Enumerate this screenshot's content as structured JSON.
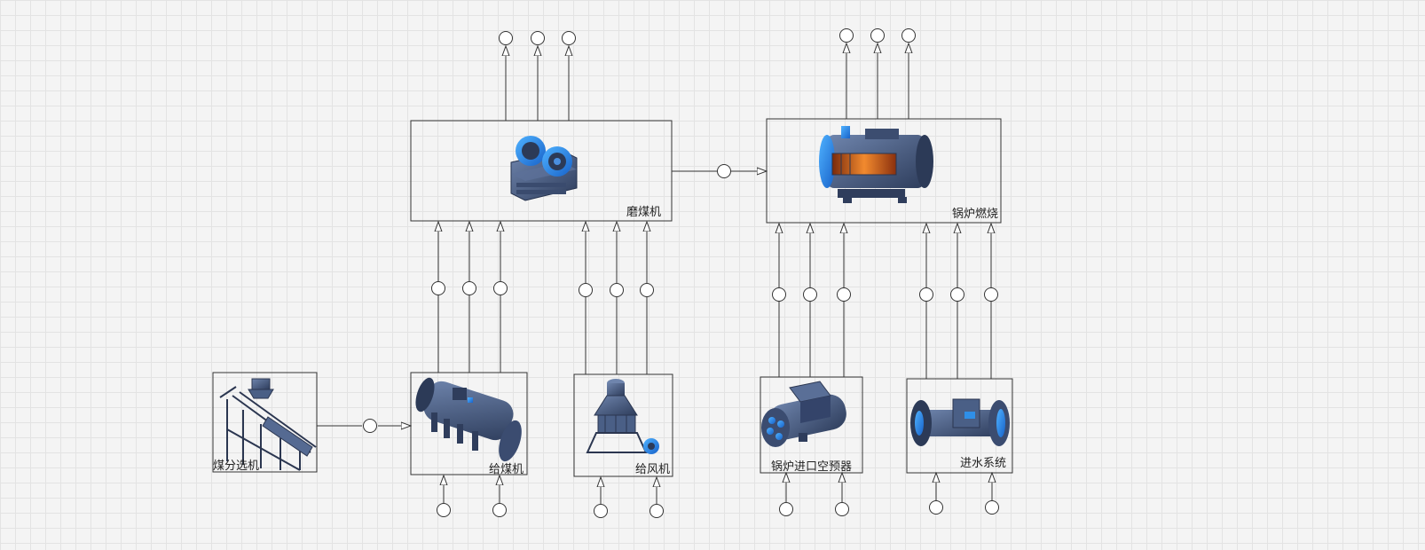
{
  "diagram": {
    "nodes": {
      "coal_screener": {
        "label": "煤分选机",
        "icon": "screener-conveyor-icon"
      },
      "coal_feeder": {
        "label": "给煤机",
        "icon": "feeder-cylinder-icon"
      },
      "fan_feeder": {
        "label": "给风机",
        "icon": "cone-crusher-icon"
      },
      "coal_mill": {
        "label": "磨煤机",
        "icon": "jaw-crusher-icon"
      },
      "boiler": {
        "label": "锅炉燃烧",
        "icon": "boiler-drum-icon"
      },
      "air_preheater": {
        "label": "锅炉进口空预器",
        "icon": "air-preheater-icon"
      },
      "water_inlet": {
        "label": "进水系统",
        "icon": "flow-meter-pipe-icon"
      }
    },
    "colors": {
      "line": "#333333",
      "box_border": "#333333",
      "equipment_body": "#4a5f86",
      "equipment_accent": "#2f8fe8",
      "flame": "#e0641c"
    }
  }
}
